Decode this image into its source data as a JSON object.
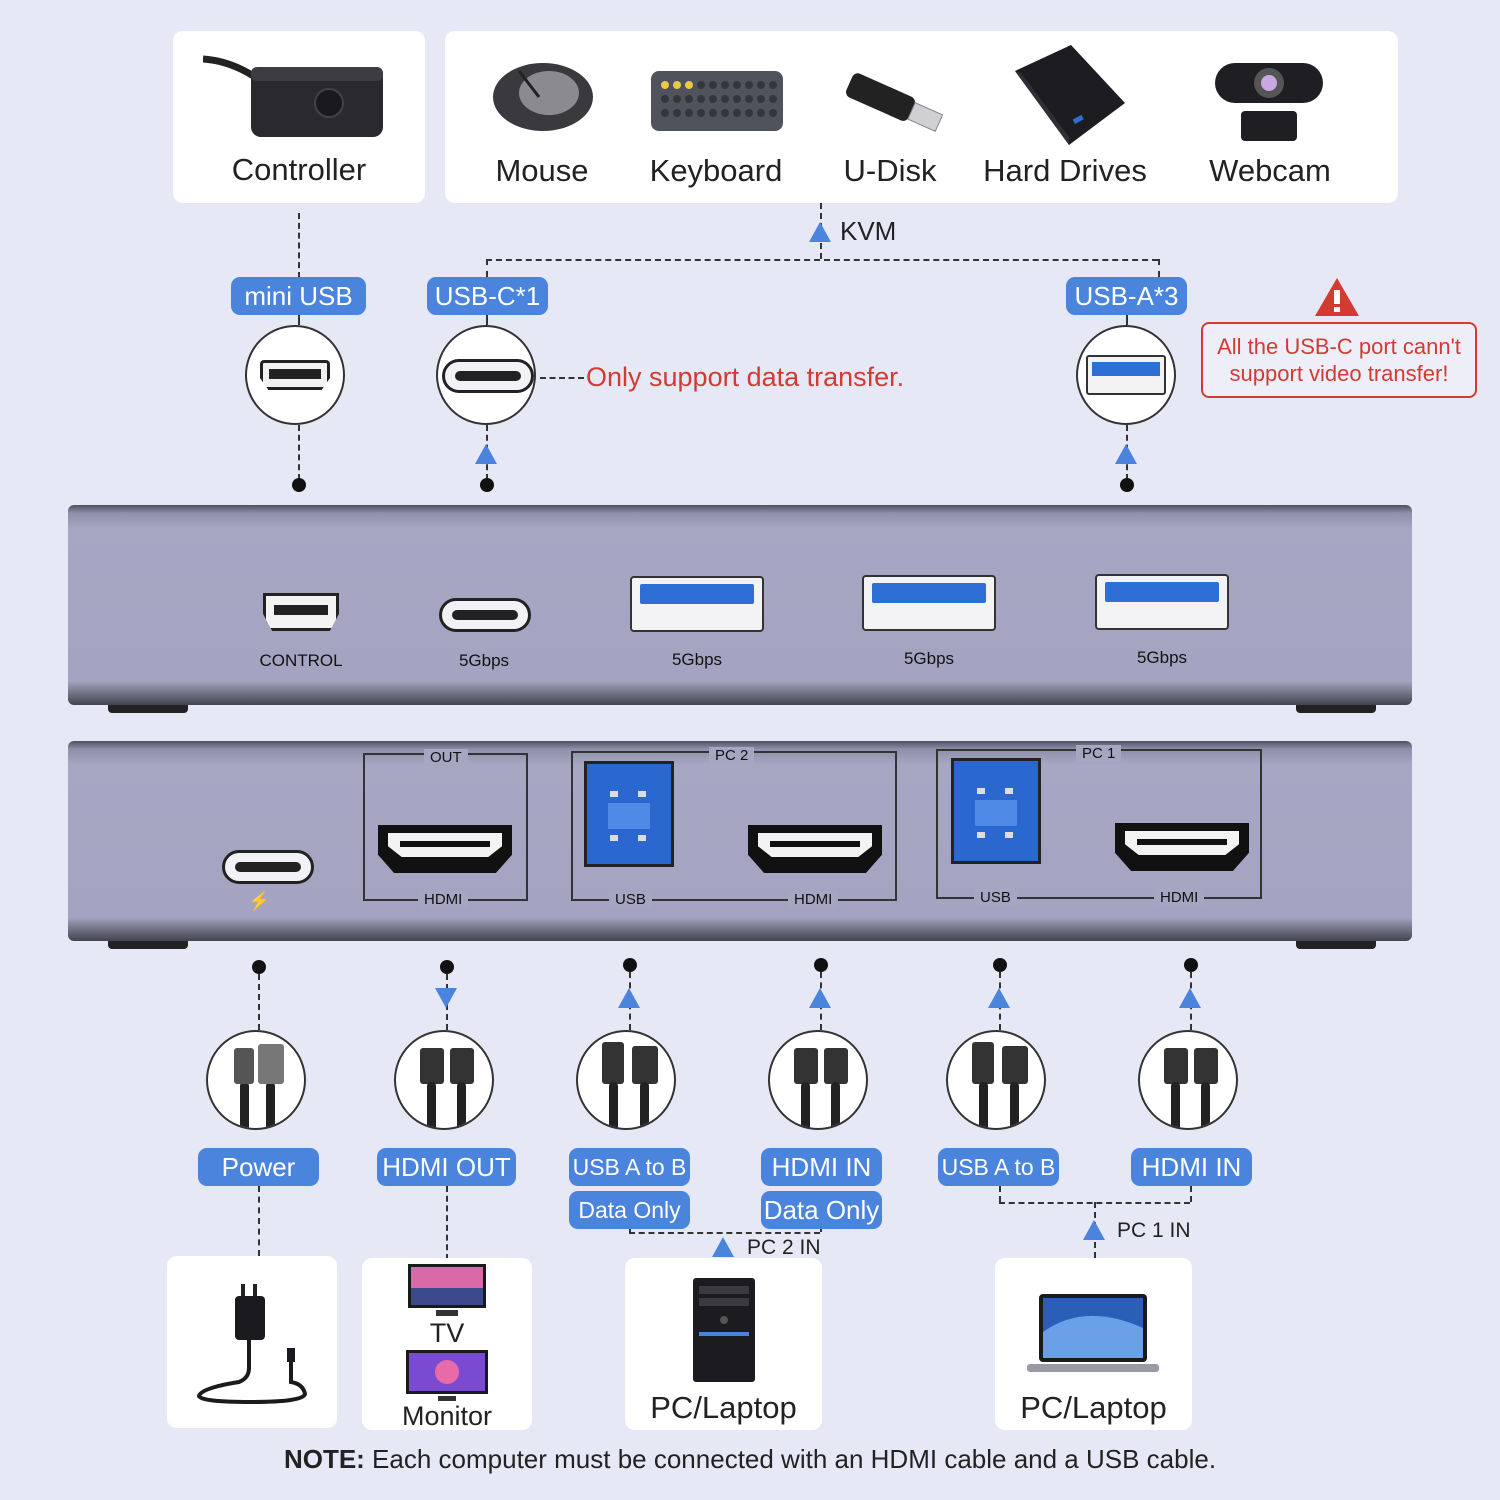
{
  "top_devices": {
    "controller": "Controller",
    "mouse": "Mouse",
    "keyboard": "Keyboard",
    "udisk": "U-Disk",
    "hard_drives": "Hard Drives",
    "webcam": "Webcam"
  },
  "kvm_label": "KVM",
  "top_ports": {
    "mini_usb": "mini USB",
    "usb_c": "USB-C*1",
    "usb_a": "USB-A*3",
    "usbc_note": "Only support data transfer.",
    "warning_line1": "All the USB-C port cann't",
    "warning_line2": "support video transfer!"
  },
  "front_panel": {
    "control": "CONTROL",
    "speed1": "5Gbps",
    "speed2": "5Gbps",
    "speed3": "5Gbps",
    "speed4": "5Gbps"
  },
  "back_panel": {
    "out": "OUT",
    "hdmi_out": "HDMI",
    "pc2": "PC 2",
    "pc2_usb": "USB",
    "pc2_hdmi": "HDMI",
    "pc1": "PC 1",
    "pc1_usb": "USB",
    "pc1_hdmi": "HDMI",
    "power_symbol": "⚡"
  },
  "cables": {
    "power": "Power",
    "hdmi_out": "HDMI OUT",
    "usb_a_to_b_1": "USB A to B",
    "data_only_1": "Data Only",
    "hdmi_in_1": "HDMI IN",
    "data_only_2": "Data Only",
    "usb_a_to_b_2": "USB A to B",
    "hdmi_in_2": "HDMI IN",
    "pc2_in": "PC 2 IN",
    "pc1_in": "PC 1 IN"
  },
  "bottom_devices": {
    "tv": "TV",
    "monitor": "Monitor",
    "pc_laptop_1": "PC/Laptop",
    "pc_laptop_2": "PC/Laptop"
  },
  "note": {
    "bold": "NOTE:",
    "text": " Each computer must be connected with an HDMI cable and a USB cable."
  },
  "colors": {
    "accent": "#4a84dc",
    "warning": "#d23a32",
    "background": "#e7e8f6",
    "device": "#a6a6c3"
  }
}
